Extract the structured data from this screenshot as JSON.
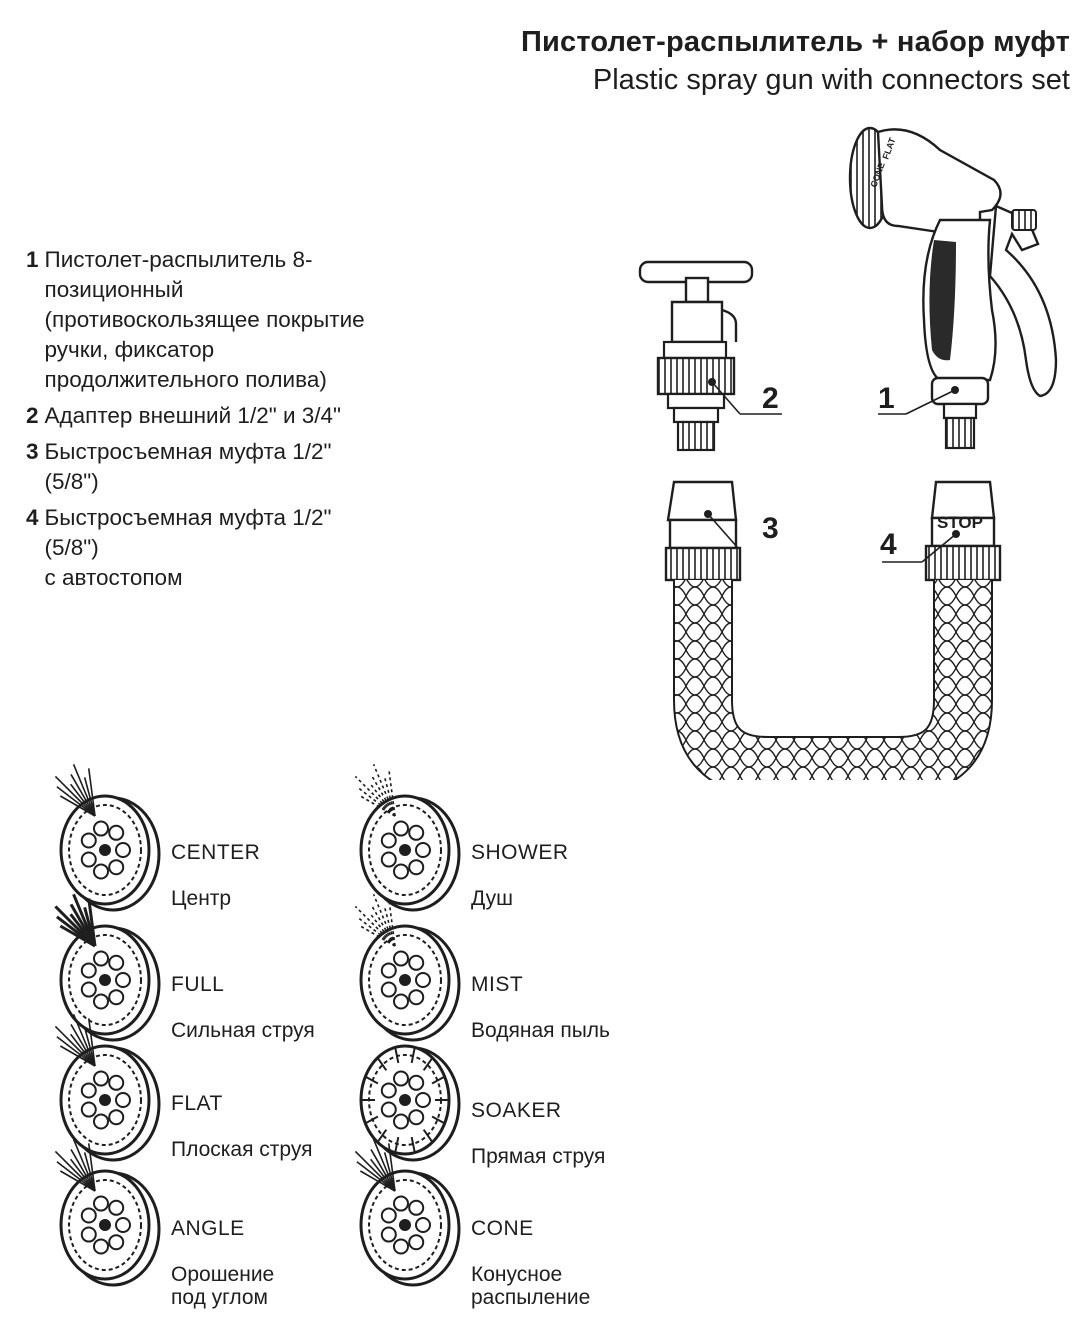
{
  "header": {
    "title_ru": "Пистолет-распылитель + набор муфт",
    "title_en": "Plastic spray gun with connectors set"
  },
  "legend": [
    {
      "number": "1",
      "text": "Пистолет-распылитель 8-\nпозиционный\n(противоскользящее покрытие\nручки, фиксатор\nпродолжительного полива)"
    },
    {
      "number": "2",
      "text": "Адаптер внешний 1/2\" и 3/4\""
    },
    {
      "number": "3",
      "text": "Быстросъемная муфта 1/2\"\n(5/8\")"
    },
    {
      "number": "4",
      "text": "Быстросъемная муфта 1/2\"\n(5/8\")\nс автостопом"
    }
  ],
  "diagram": {
    "callouts": [
      "1",
      "2",
      "3",
      "4"
    ],
    "stop_label": "STOP",
    "dial_labels": [
      "CONE",
      "FLAT"
    ]
  },
  "modes": [
    {
      "en": "CENTER",
      "ru": "Центр"
    },
    {
      "en": "SHOWER",
      "ru": "Душ"
    },
    {
      "en": "FULL",
      "ru": "Сильная струя"
    },
    {
      "en": "MIST",
      "ru": "Водяная пыль"
    },
    {
      "en": "FLAT",
      "ru": "Плоская струя"
    },
    {
      "en": "SOAKER",
      "ru": "Прямая струя"
    },
    {
      "en": "ANGLE",
      "ru": "Орошение\nпод углом"
    },
    {
      "en": "CONE",
      "ru": "Конусное\nраспыление"
    }
  ],
  "colors": {
    "ink": "#1e1e1e",
    "grip": "#2a2a2a",
    "background": "#ffffff"
  }
}
